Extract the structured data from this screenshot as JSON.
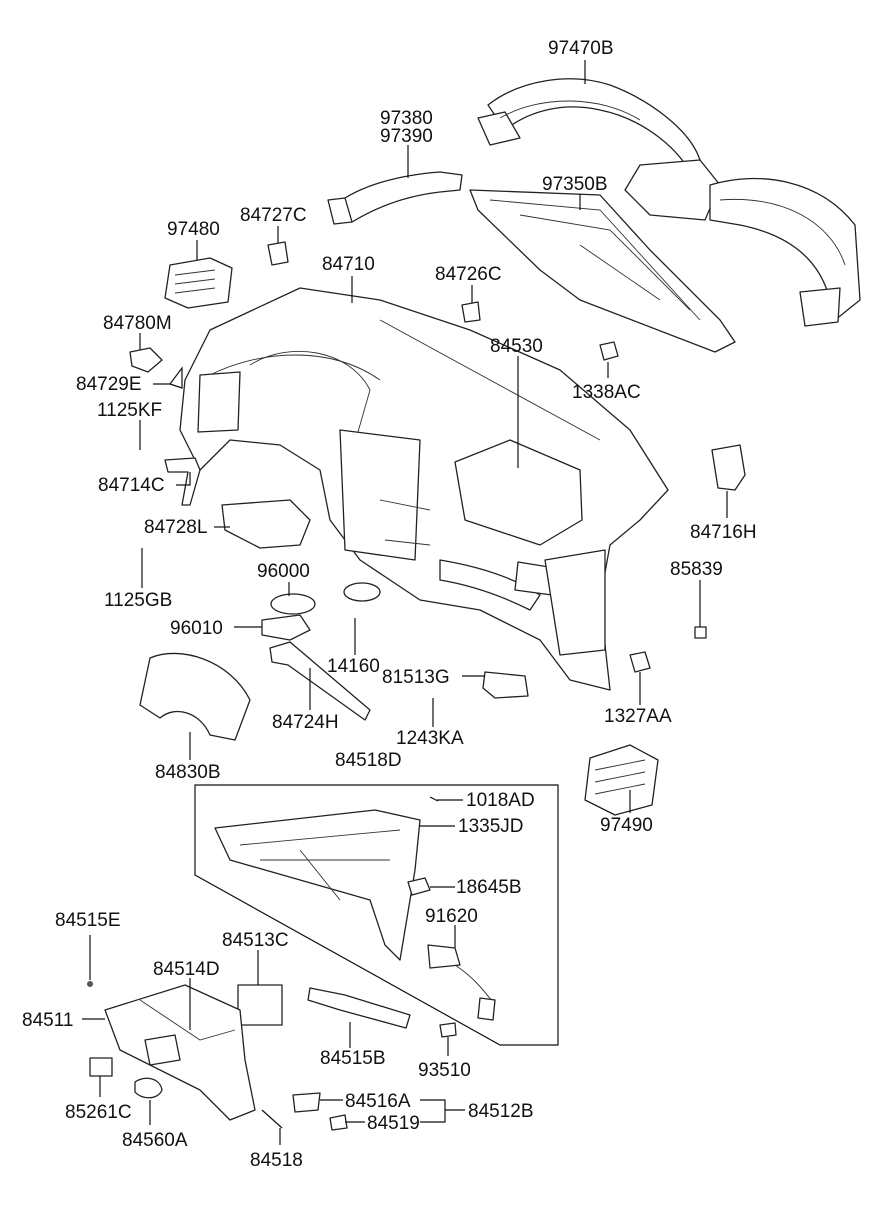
{
  "labels": {
    "p97470B": "97470B",
    "p97380": "97380",
    "p97390": "97390",
    "p97350B": "97350B",
    "p97480": "97480",
    "p84727C": "84727C",
    "p84710": "84710",
    "p84726C": "84726C",
    "p84780M": "84780M",
    "p84530": "84530",
    "p84729E": "84729E",
    "p1338AC": "1338AC",
    "p1125KF": "1125KF",
    "p84714C": "84714C",
    "p84716H": "84716H",
    "p84728L": "84728L",
    "p96000": "96000",
    "p85839": "85839",
    "p1125GB": "1125GB",
    "p96010": "96010",
    "p14160": "14160",
    "p81513G": "81513G",
    "p84724H": "84724H",
    "p1327AA": "1327AA",
    "p1243KA": "1243KA",
    "p84830B": "84830B",
    "p84518D": "84518D",
    "p97490": "97490",
    "p1018AD": "1018AD",
    "p1335JD": "1335JD",
    "p18645B": "18645B",
    "p91620": "91620",
    "p84515E": "84515E",
    "p84513C": "84513C",
    "p84514D": "84514D",
    "p84511": "84511",
    "p84515B": "84515B",
    "p93510": "93510",
    "p85261C": "85261C",
    "p84516A": "84516A",
    "p84512B": "84512B",
    "p84519": "84519",
    "p84560A": "84560A",
    "p84518": "84518"
  }
}
